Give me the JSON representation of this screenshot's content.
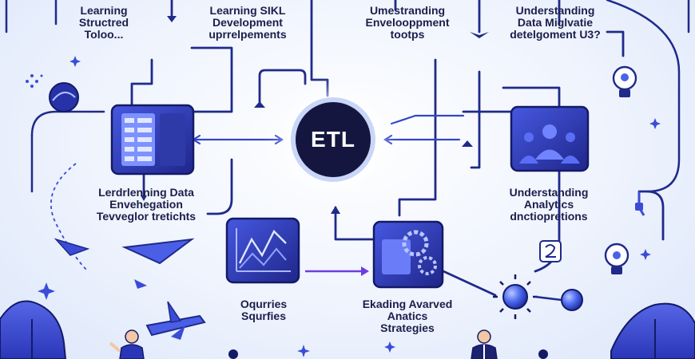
{
  "center": {
    "label": "ETL"
  },
  "top_labels": [
    {
      "lines": [
        "Learning",
        "Structred",
        "Toloo..."
      ]
    },
    {
      "lines": [
        "Learning SIKL",
        "Development",
        "uprrelpements"
      ]
    },
    {
      "lines": [
        "Umestranding",
        "Envelooppment",
        "tootps"
      ]
    },
    {
      "lines": [
        "Understanding",
        "Data Miglvatie",
        "detelgoment U3?"
      ]
    }
  ],
  "left_label": {
    "lines": [
      "Lerdrlenning Data",
      "Envehegation",
      "Tevveglor tretichts"
    ]
  },
  "right_label": {
    "lines": [
      "Understanding",
      "Analytics",
      "dnctiopretions"
    ]
  },
  "bottom_left_label": {
    "lines": [
      "Oqurries",
      "Squrfies"
    ]
  },
  "bottom_center_label": {
    "lines": [
      "Ekading Avarved",
      "Anatics",
      "Strategies"
    ]
  },
  "colors": {
    "line": "#1f2a8a",
    "card_dark": "#232a8f",
    "card_mid": "#3b4bd6",
    "accent": "#4a63e8",
    "leaf": "#3e4fd6",
    "etl_bg": "#14163f"
  }
}
